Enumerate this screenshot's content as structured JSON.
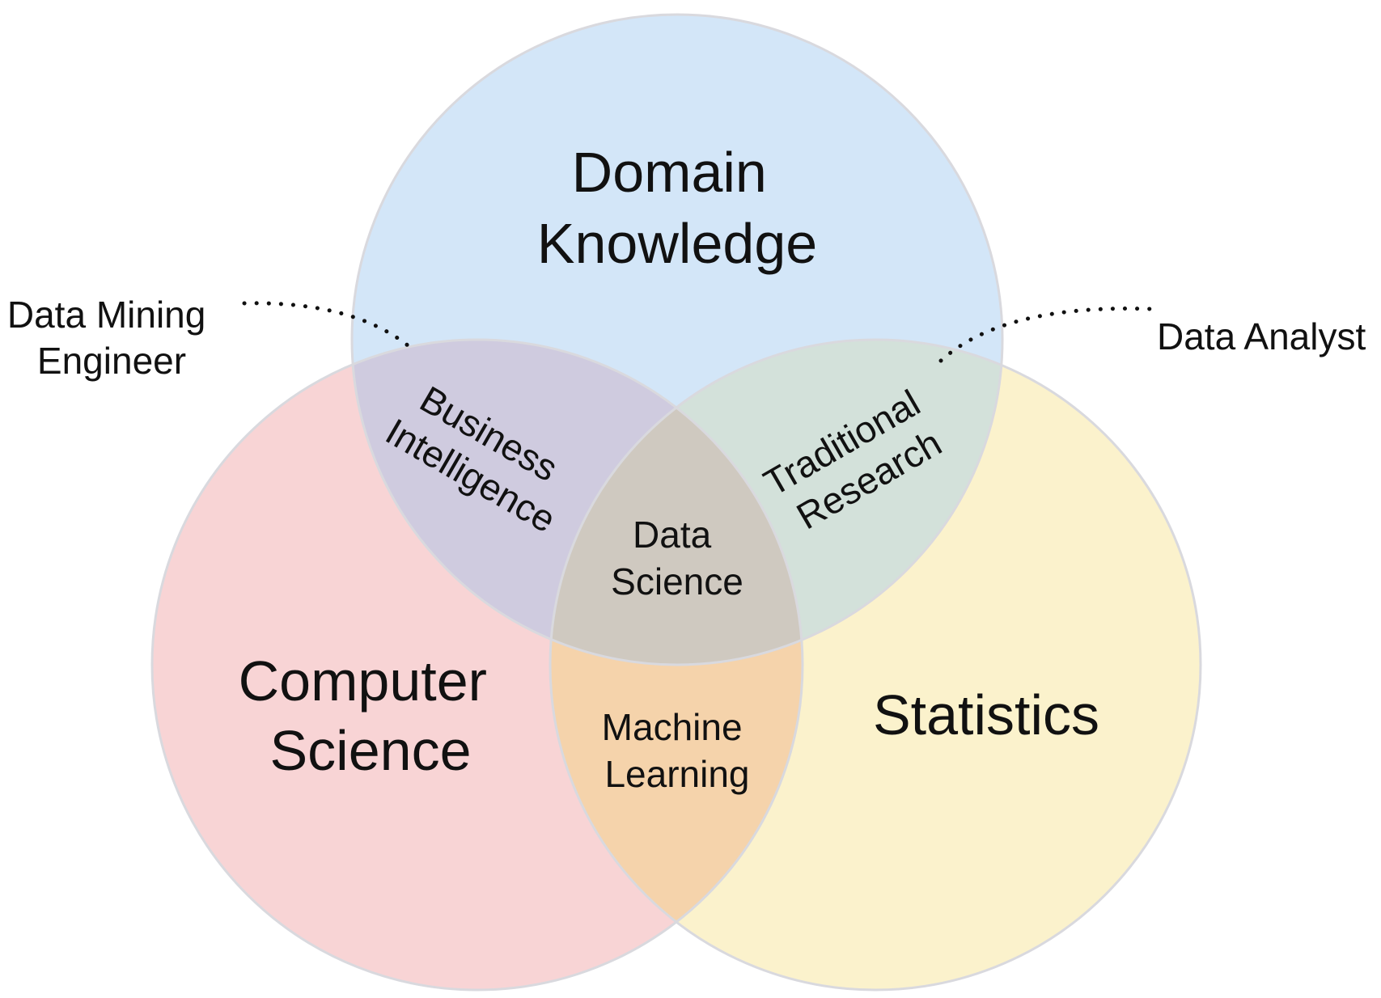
{
  "sets": [
    {
      "id": "domain",
      "label_lines": [
        "Domain",
        "Knowledge"
      ],
      "color": "#d3e6f8"
    },
    {
      "id": "cs",
      "label_lines": [
        "Computer",
        "Science"
      ],
      "color": "#f8d4d5"
    },
    {
      "id": "stats",
      "label_lines": [
        "Statistics"
      ],
      "color": "#fbf2cc"
    }
  ],
  "overlaps": {
    "domain_cs": {
      "label_lines": [
        "Business",
        "Intelligence"
      ],
      "color": "#cfcbdf"
    },
    "domain_stats": {
      "label_lines": [
        "Traditional",
        "Research"
      ],
      "color": "#d3e1da"
    },
    "cs_stats": {
      "label_lines": [
        "Machine",
        "Learning"
      ],
      "color": "#f5d3ab"
    },
    "all": {
      "label_lines": [
        "Data",
        "Science"
      ],
      "color": "#cfc9c0"
    }
  },
  "roles": [
    {
      "id": "data-mining-engineer",
      "label_lines": [
        "Data Mining",
        "Engineer"
      ],
      "points_to": "domain_cs"
    },
    {
      "id": "data-analyst",
      "label_lines": [
        "Data Analyst"
      ],
      "points_to": "domain_stats"
    }
  ],
  "outline_color": "#d9d9de"
}
